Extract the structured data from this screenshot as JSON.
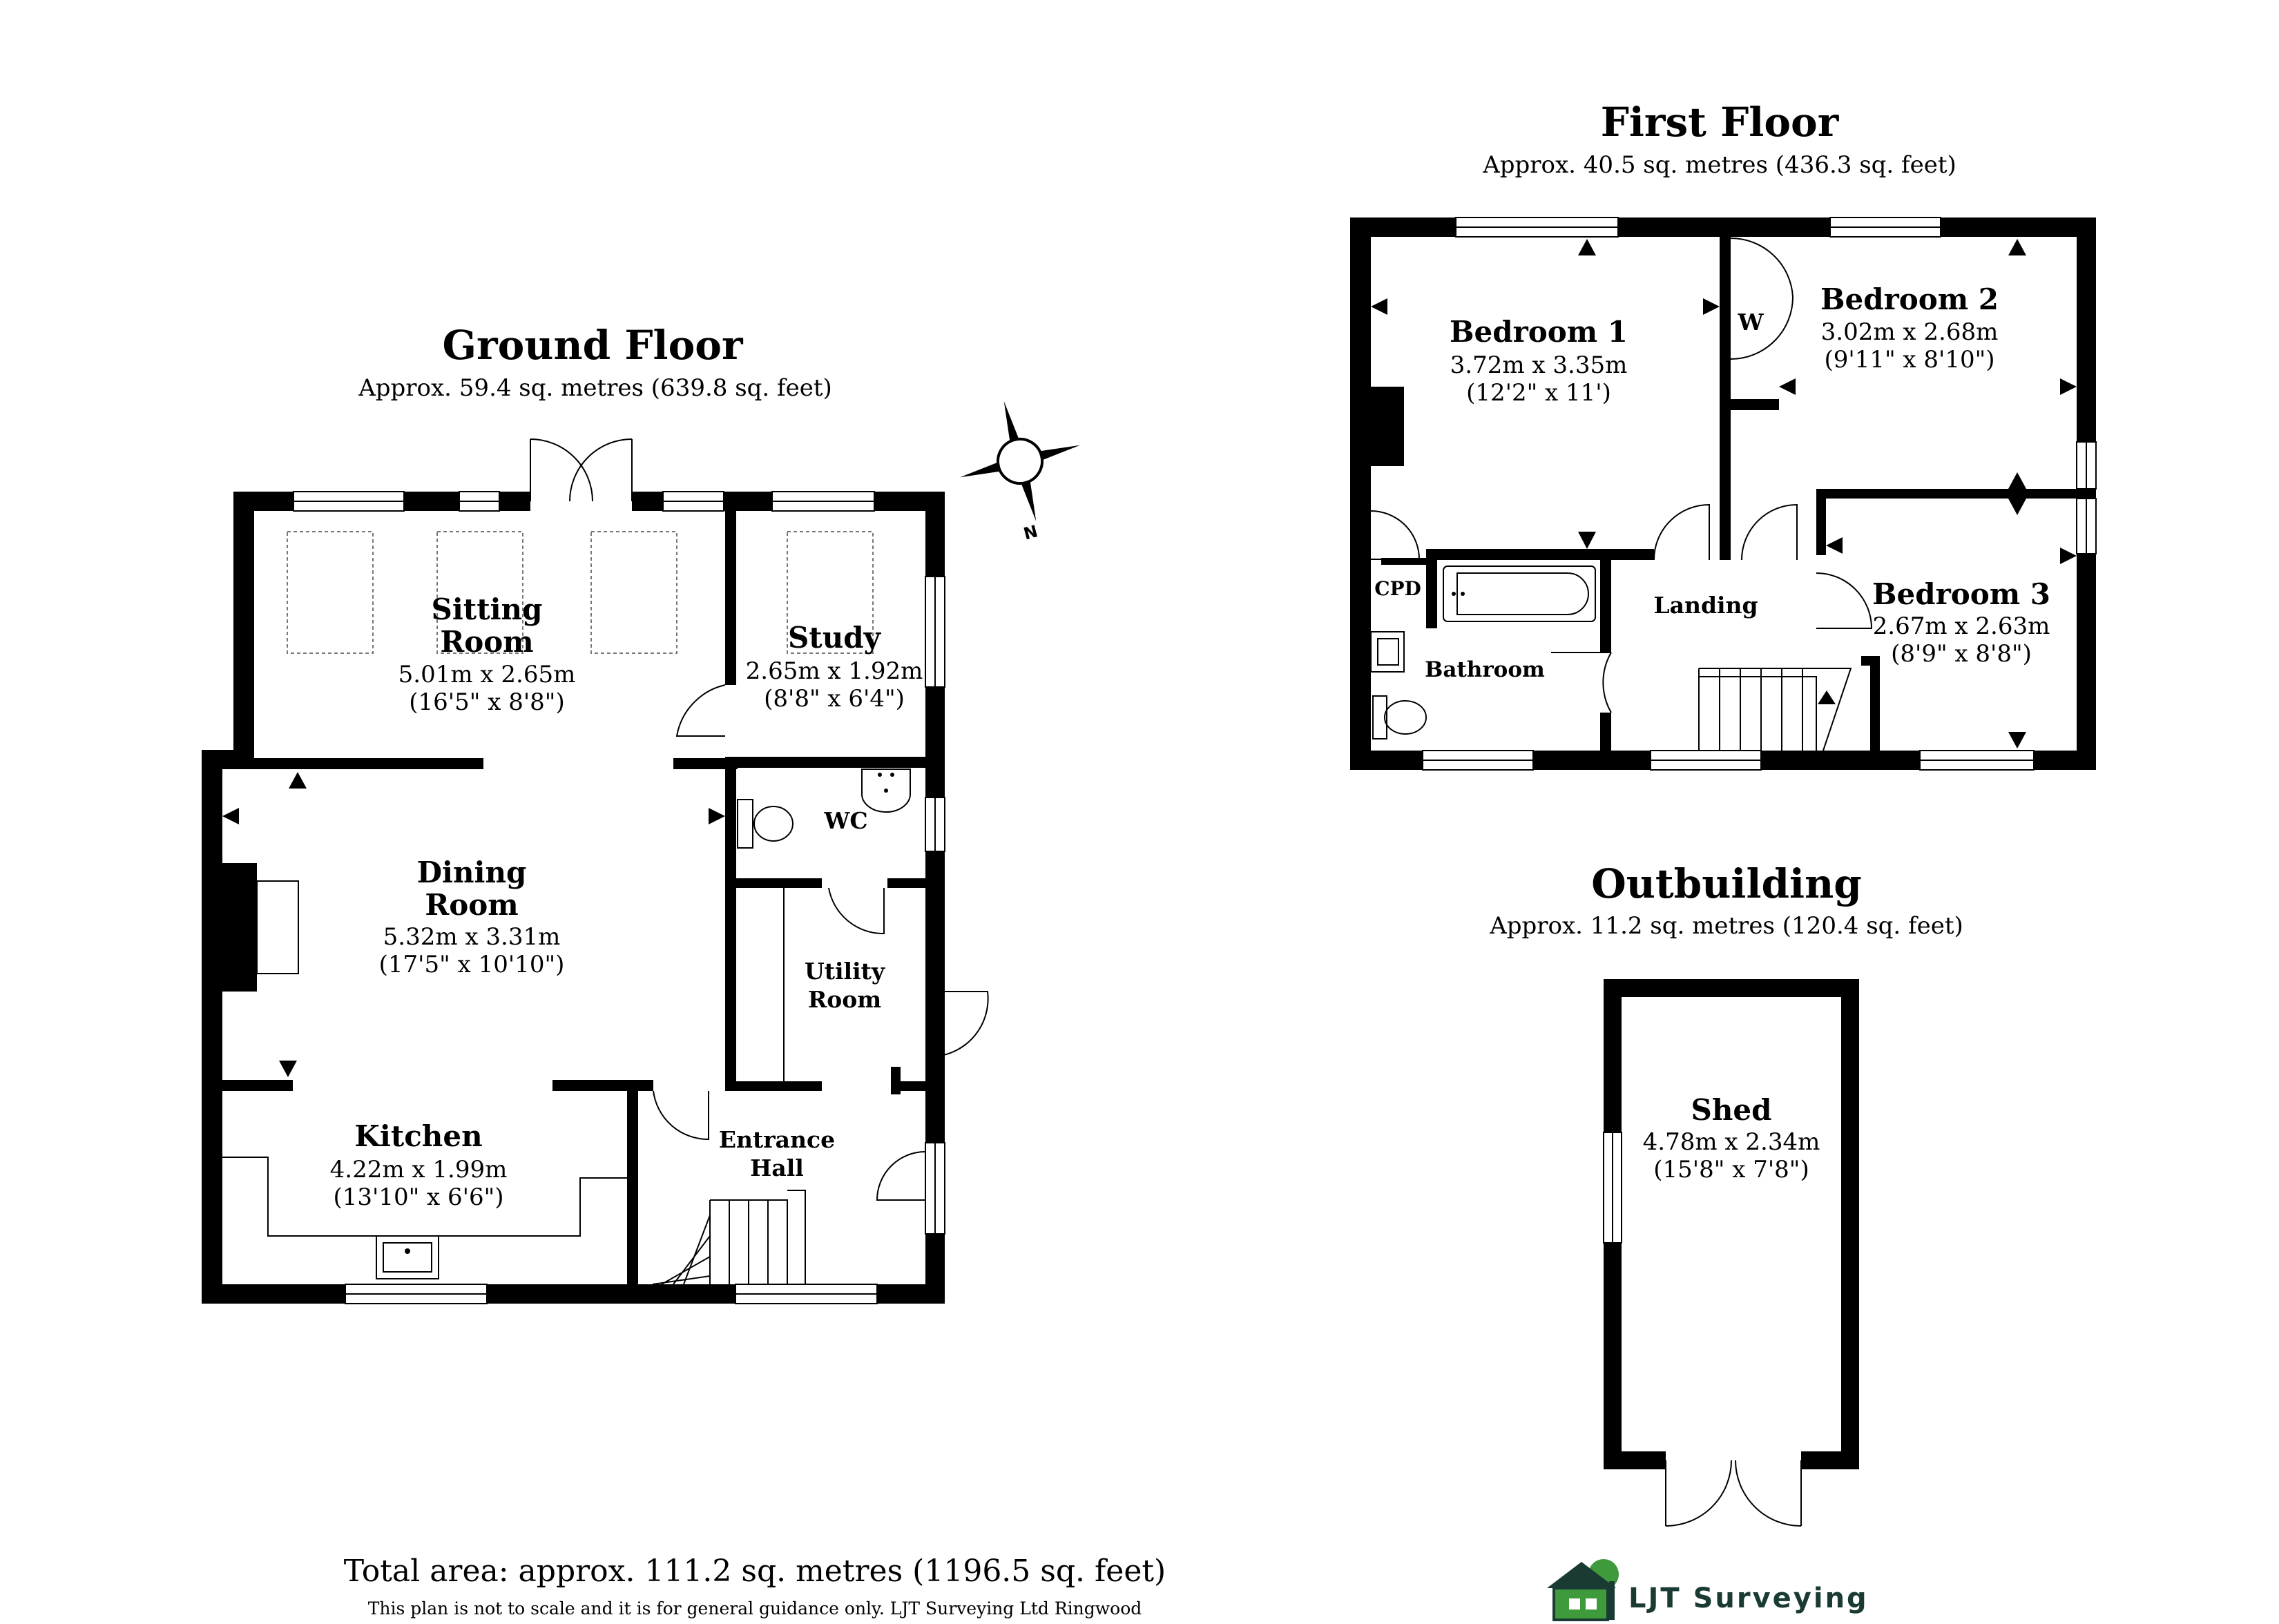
{
  "ground_floor": {
    "title": "Ground Floor",
    "area": "Approx. 59.4 sq. metres (639.8 sq. feet)",
    "rooms": {
      "sitting_room": {
        "name1": "Sitting",
        "name2": "Room",
        "dim_m": "5.01m x 2.65m",
        "dim_ft": "(16'5\" x 8'8\")"
      },
      "study": {
        "name": "Study",
        "dim_m": "2.65m x 1.92m",
        "dim_ft": "(8'8\" x 6'4\")"
      },
      "wc": {
        "name": "WC"
      },
      "dining_room": {
        "name1": "Dining",
        "name2": "Room",
        "dim_m": "5.32m x 3.31m",
        "dim_ft": "(17'5\" x 10'10\")"
      },
      "utility_room": {
        "name1": "Utility",
        "name2": "Room"
      },
      "kitchen": {
        "name": "Kitchen",
        "dim_m": "4.22m x 1.99m",
        "dim_ft": "(13'10\" x 6'6\")"
      },
      "entrance_hall": {
        "name1": "Entrance",
        "name2": "Hall"
      }
    }
  },
  "first_floor": {
    "title": "First Floor",
    "area": "Approx. 40.5 sq. metres (436.3 sq. feet)",
    "rooms": {
      "bedroom1": {
        "name": "Bedroom 1",
        "dim_m": "3.72m x 3.35m",
        "dim_ft": "(12'2\" x 11')"
      },
      "bedroom2": {
        "name": "Bedroom 2",
        "dim_m": "3.02m x 2.68m",
        "dim_ft": "(9'11\" x 8'10\")"
      },
      "bedroom3": {
        "name": "Bedroom 3",
        "dim_m": "2.67m x 2.63m",
        "dim_ft": "(8'9\" x 8'8\")"
      },
      "wardrobe": {
        "name": "W"
      },
      "cpd": {
        "name": "CPD"
      },
      "bathroom": {
        "name": "Bathroom"
      },
      "landing": {
        "name": "Landing"
      }
    }
  },
  "outbuilding": {
    "title": "Outbuilding",
    "area": "Approx. 11.2 sq. metres (120.4 sq. feet)",
    "rooms": {
      "shed": {
        "name": "Shed",
        "dim_m": "4.78m x 2.34m",
        "dim_ft": "(15'8\" x 7'8\")"
      }
    }
  },
  "compass": {
    "north_label": "N"
  },
  "footer": {
    "total_area": "Total area: approx. 111.2 sq. metres (1196.5 sq. feet)",
    "disclaimer": "This plan is not to scale and it is for general guidance only. LJT Surveying Ltd Ringwood"
  },
  "brand": {
    "name": "LJT Surveying",
    "logo_icon": "house-tree-logo-icon",
    "colors": {
      "green": "#3f9a3c",
      "dark": "#1a3b34"
    }
  }
}
